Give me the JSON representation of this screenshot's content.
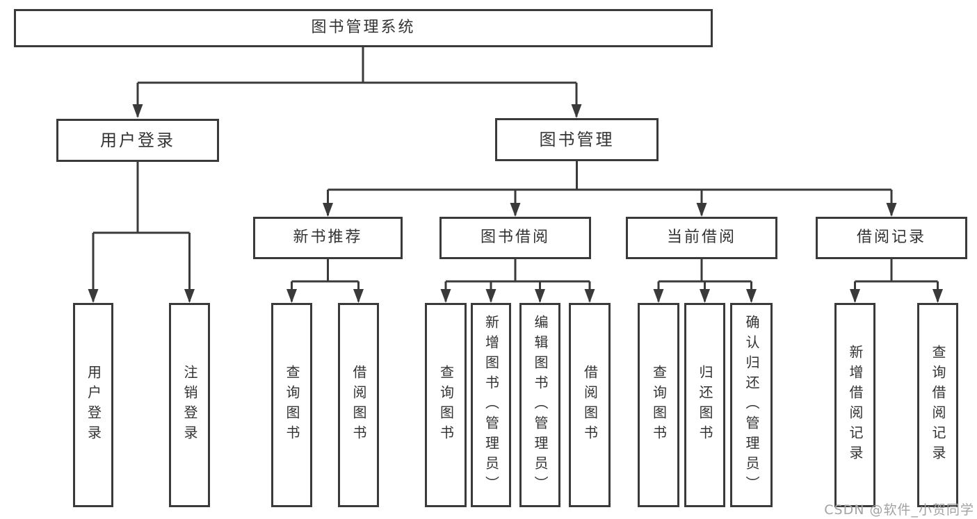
{
  "diagram": {
    "type": "hierarchy-tree",
    "colors": {
      "line": "#3a3a3a",
      "text": "#333333",
      "background": "#ffffff",
      "watermark": "#a2a2a2"
    },
    "watermark": "CSDN @软件_小贺同学",
    "nodes": {
      "root": {
        "label": "图书管理系统"
      },
      "user_login": {
        "label": "用户登录"
      },
      "book_mgmt": {
        "label": "图书管理"
      },
      "new_book_rec": {
        "label": "新书推荐"
      },
      "book_borrow": {
        "label": "图书借阅"
      },
      "current_borrow": {
        "label": "当前借阅"
      },
      "borrow_records": {
        "label": "借阅记录"
      },
      "user_login_leaf": {
        "label": "用户登录"
      },
      "logout_leaf": {
        "label": "注销登录"
      },
      "query_book_a": {
        "label": "查询图书"
      },
      "borrow_book_a": {
        "label": "借阅图书"
      },
      "query_book_b": {
        "label": "查询图书"
      },
      "add_book": {
        "label": "新增图书（管理员）"
      },
      "edit_book": {
        "label": "编辑图书（管理员）"
      },
      "borrow_book_b": {
        "label": "借阅图书"
      },
      "query_book_c": {
        "label": "查询图书"
      },
      "return_book": {
        "label": "归还图书"
      },
      "confirm_return": {
        "label": "确认归还（管理员）"
      },
      "add_borrow_record": {
        "label": "新增借阅记录"
      },
      "query_borrow_record": {
        "label": "查询借阅记录"
      }
    },
    "edges": [
      {
        "from": "图书管理系统",
        "to": [
          "用户登录",
          "图书管理"
        ]
      },
      {
        "from": "用户登录",
        "to": [
          "用户登录",
          "注销登录"
        ]
      },
      {
        "from": "图书管理",
        "to": [
          "新书推荐",
          "图书借阅",
          "当前借阅",
          "借阅记录"
        ]
      },
      {
        "from": "新书推荐",
        "to": [
          "查询图书",
          "借阅图书"
        ]
      },
      {
        "from": "图书借阅",
        "to": [
          "查询图书",
          "新增图书（管理员）",
          "编辑图书（管理员）",
          "借阅图书"
        ]
      },
      {
        "from": "当前借阅",
        "to": [
          "查询图书",
          "归还图书",
          "确认归还（管理员）"
        ]
      },
      {
        "from": "借阅记录",
        "to": [
          "新增借阅记录",
          "查询借阅记录"
        ]
      }
    ]
  }
}
